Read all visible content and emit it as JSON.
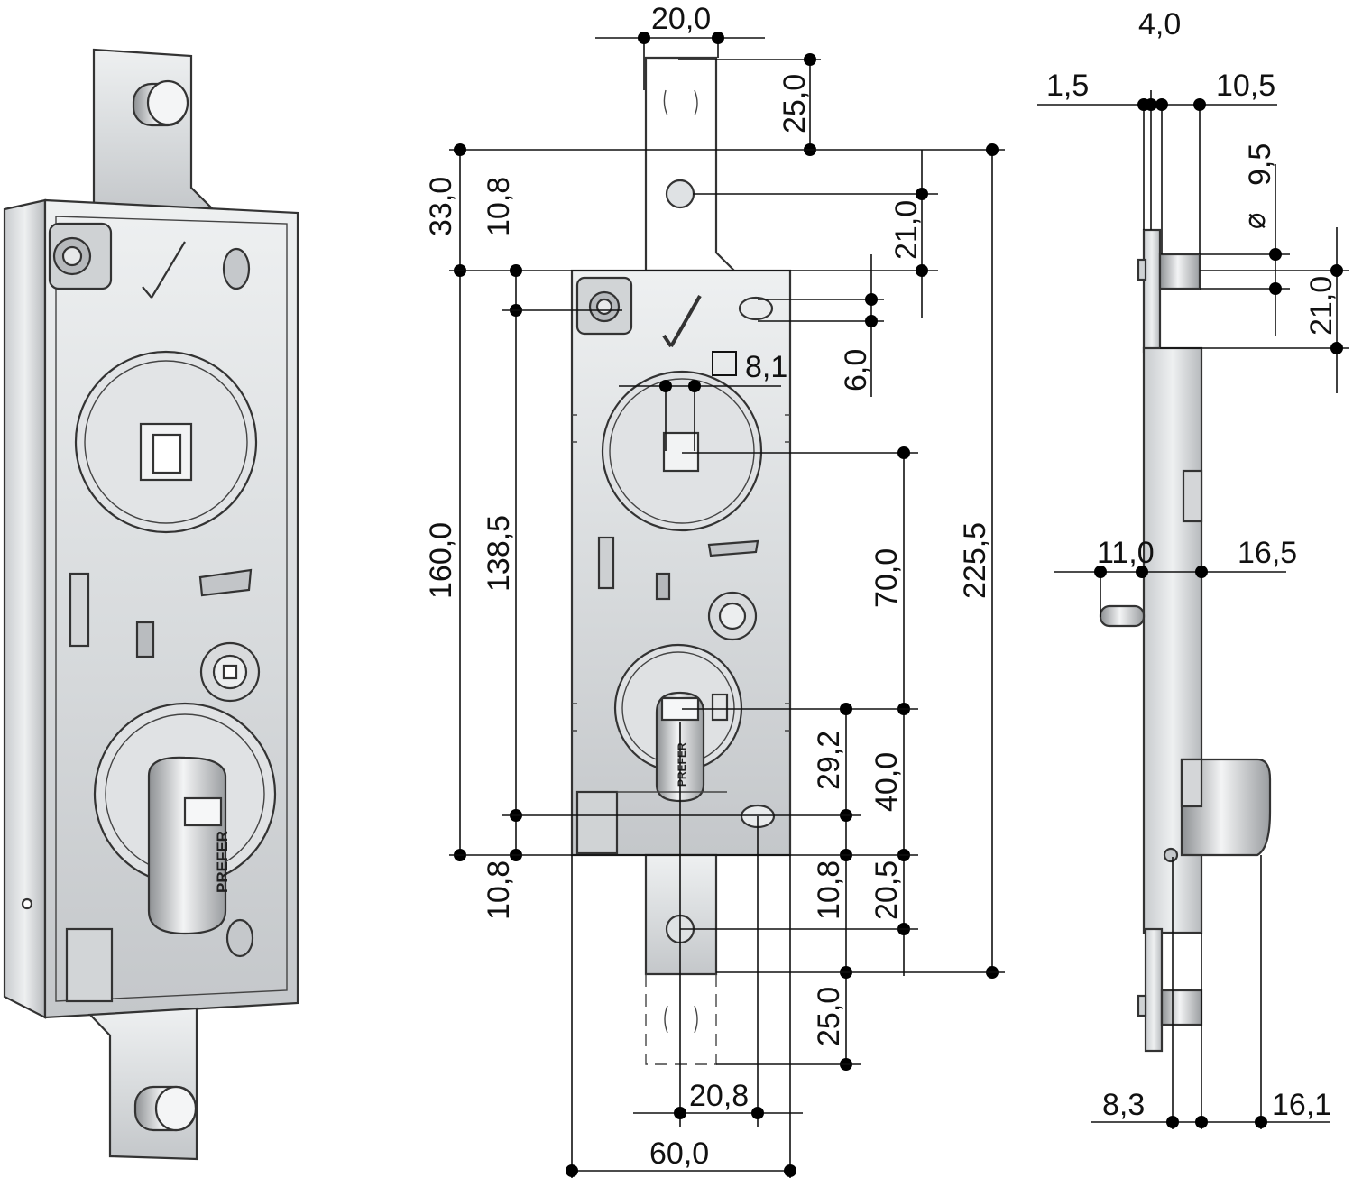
{
  "brand_text": "PREFER",
  "colors": {
    "metal_light": "#e6e8ea",
    "metal_dark": "#a8abae",
    "line": "#111111"
  },
  "dimensions": {
    "front": {
      "top_tab_width": "20,0",
      "top_tab_length": "25,0",
      "top_overall": "33,0",
      "upper_hole_offset": "10,8",
      "upper_pin_to_body": "21,0",
      "body_height": "160,0",
      "hole_spacing": "138,5",
      "slot_height": "6,0",
      "square_drive": "8,1",
      "total_height": "225,5",
      "drive_to_cylinder": "70,0",
      "cylinder_to_hole": "29,2",
      "cylinder_to_body": "40,0",
      "lower_hole_offset_left": "10,8",
      "lower_hole_offset_right": "10,8",
      "lower_pin_to_body": "20,5",
      "bottom_tab_length": "25,0",
      "cylinder_to_hole_horizontal": "20,8",
      "body_width": "60,0"
    },
    "side": {
      "plate_thickness": "1,5",
      "flange": "4,0",
      "pin_length": "10,5",
      "pin_diameter": "9,5",
      "pin_offset": "21,0",
      "bolt_projection": "11,0",
      "body_depth": "16,5",
      "cylinder_offset": "8,3",
      "cylinder_projection": "16,1"
    }
  }
}
